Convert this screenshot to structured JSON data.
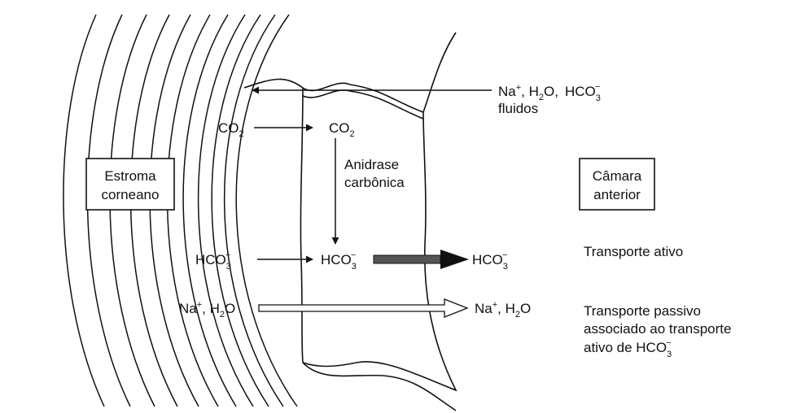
{
  "stroma_box": {
    "line1": "Estroma",
    "line2": "corneano"
  },
  "chamber_box": {
    "line1": "Câmara",
    "line2": "anterior"
  },
  "top_right": {
    "na": "Na",
    "sup_plus": "+",
    "h2o_prefix": ", H",
    "sub_2": "2",
    "o_suffix": "O,",
    "hco": "HCO",
    "sub_3": "3",
    "sup_minus": "−",
    "fluids": "fluidos"
  },
  "co2_left": {
    "co": "CO",
    "sub_2": "2"
  },
  "co2_right": {
    "co": "CO",
    "sub_2": "2"
  },
  "enzyme": {
    "line1": "Anidrase",
    "line2": "carbônica"
  },
  "hco3_left": {
    "hco": "HCO",
    "sub_3": "3",
    "sup_minus": "−"
  },
  "hco3_mid": {
    "hco": "HCO",
    "sub_3": "3",
    "sup_minus": "−"
  },
  "hco3_right": {
    "hco": "HCO",
    "sub_3": "3",
    "sup_minus": "−"
  },
  "nah2o_left": {
    "na": "Na",
    "sup_plus": "+",
    "h": ", H",
    "sub_2": "2",
    "o": "O"
  },
  "nah2o_right": {
    "na": "Na",
    "sup_plus": "+",
    "h": ", H",
    "sub_2": "2",
    "o": "O"
  },
  "active_transport": "Transporte ativo",
  "passive_transport": {
    "line1": "Transporte passivo",
    "line2": "associado ao transporte",
    "line3_prefix": "ativo de ",
    "hco": "HCO",
    "sub_3": "3",
    "sup_minus": "−"
  }
}
